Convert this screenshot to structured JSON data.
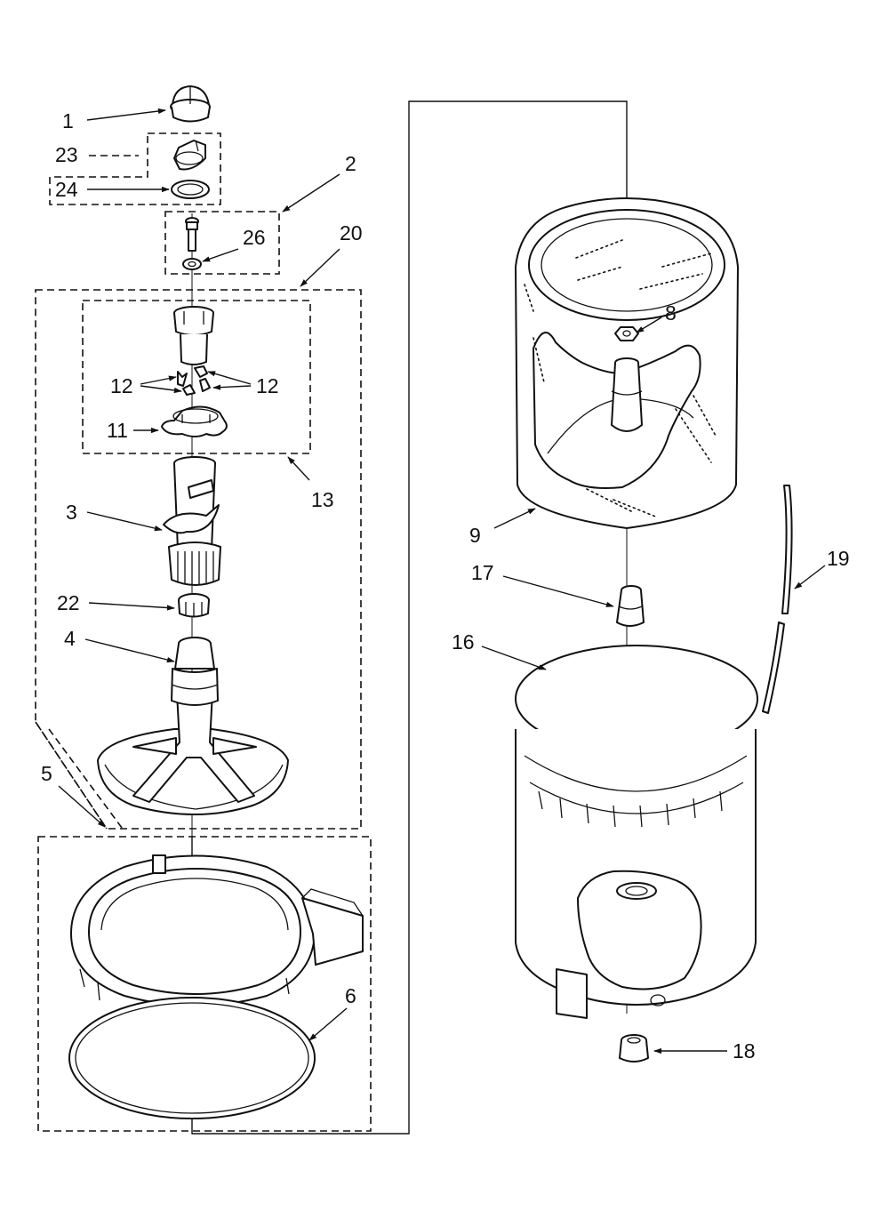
{
  "callouts": {
    "c1": "1",
    "c2": "2",
    "c3": "3",
    "c4": "4",
    "c5": "5",
    "c6": "6",
    "c8": "8",
    "c9": "9",
    "c11": "11",
    "c12a": "12",
    "c12b": "12",
    "c13": "13",
    "c16": "16",
    "c17": "17",
    "c18": "18",
    "c19": "19",
    "c20": "20",
    "c22": "22",
    "c23": "23",
    "c24": "24",
    "c26": "26"
  }
}
